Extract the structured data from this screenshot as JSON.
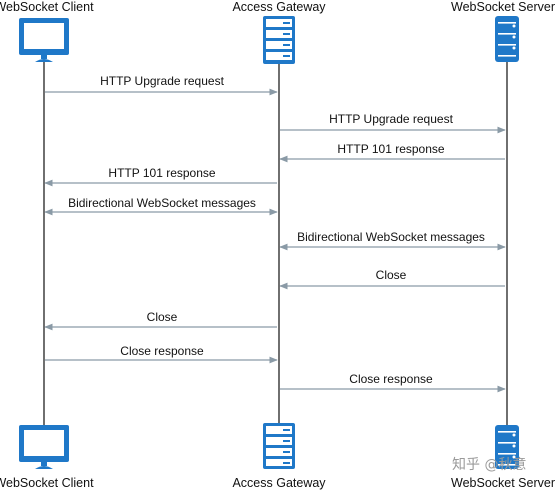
{
  "participants": {
    "client": "WebSocket Client",
    "gateway": "Access Gateway",
    "server": "WebSocket Server"
  },
  "participant_icons": {
    "client": "monitor-icon",
    "gateway": "server-rack-icon",
    "server": "server-rack-icon"
  },
  "colors": {
    "icon_blue": "#1f78c8",
    "lifeline": "#222222",
    "arrow": "#8a9aa6"
  },
  "messages": [
    {
      "label": "HTTP Upgrade request",
      "from": "client",
      "to": "gateway"
    },
    {
      "label": "HTTP Upgrade request",
      "from": "gateway",
      "to": "server"
    },
    {
      "label": "HTTP 101 response",
      "from": "server",
      "to": "gateway"
    },
    {
      "label": "HTTP 101 response",
      "from": "gateway",
      "to": "client"
    },
    {
      "label": "Bidirectional WebSocket messages",
      "from": "client",
      "to": "gateway",
      "bidirectional": true
    },
    {
      "label": "Bidirectional WebSocket messages",
      "from": "gateway",
      "to": "server",
      "bidirectional": true
    },
    {
      "label": "Close",
      "from": "server",
      "to": "gateway"
    },
    {
      "label": "Close",
      "from": "gateway",
      "to": "client"
    },
    {
      "label": "Close response",
      "from": "client",
      "to": "gateway"
    },
    {
      "label": "Close response",
      "from": "gateway",
      "to": "server"
    }
  ],
  "watermark": "知乎 @秋意"
}
